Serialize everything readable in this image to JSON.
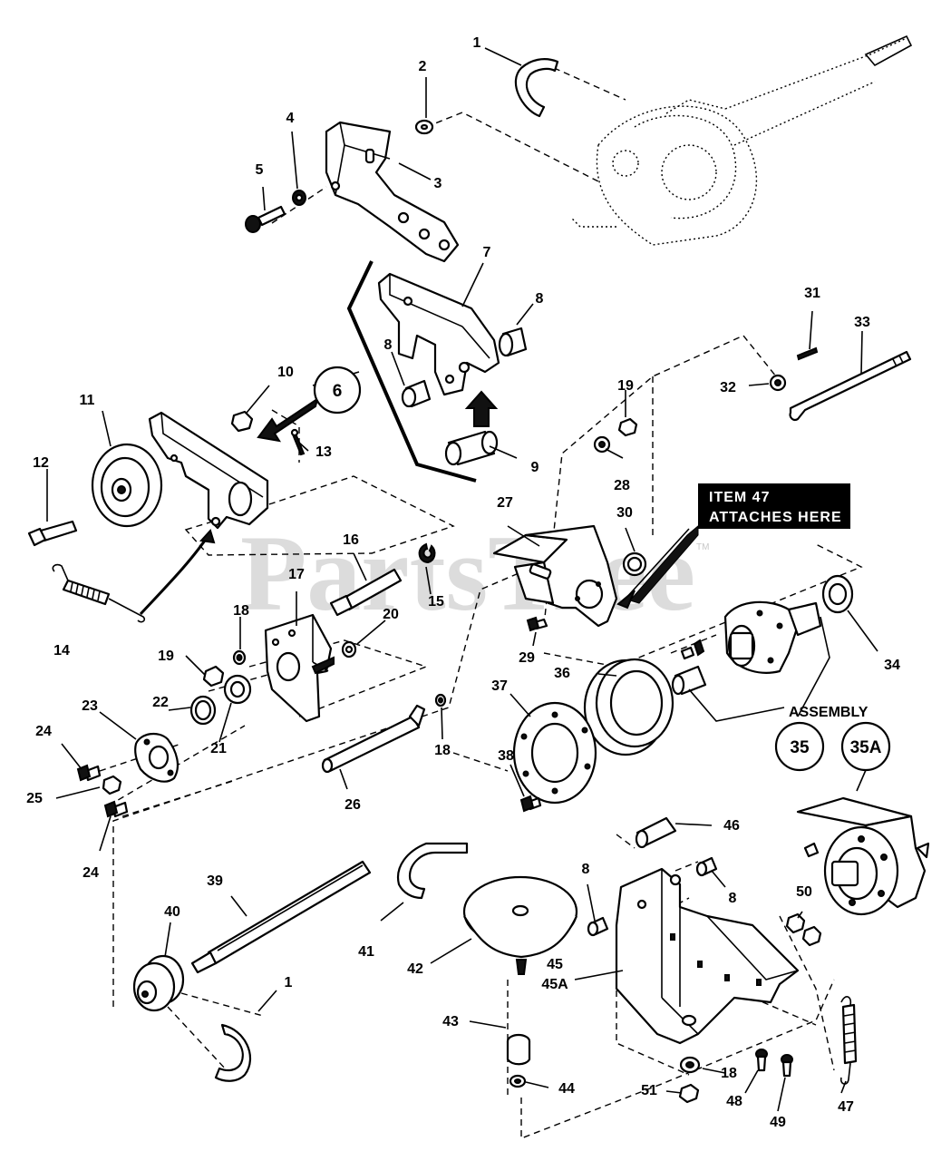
{
  "watermark": {
    "text": "PartsTree",
    "trademark": "TM"
  },
  "callout_note": {
    "line1": "ITEM 47",
    "line2": "ATTACHES HERE"
  },
  "assembly_label": "ASSEMBLY",
  "bubbles": {
    "b6": "6",
    "b35": "35",
    "b35a": "35A"
  },
  "labels": {
    "l1a": "1",
    "l1b": "1",
    "l2": "2",
    "l3": "3",
    "l4": "4",
    "l5": "5",
    "l7": "7",
    "l8a": "8",
    "l8b": "8",
    "l8c": "8",
    "l8d": "8",
    "l9": "9",
    "l10": "10",
    "l11": "11",
    "l12": "12",
    "l13": "13",
    "l14": "14",
    "l15": "15",
    "l16": "16",
    "l17": "17",
    "l18a": "18",
    "l18b": "18",
    "l18c": "18",
    "l19a": "19",
    "l19b": "19",
    "l20": "20",
    "l21": "21",
    "l22": "22",
    "l23": "23",
    "l24a": "24",
    "l24b": "24",
    "l25": "25",
    "l26": "26",
    "l27": "27",
    "l28": "28",
    "l29": "29",
    "l30": "30",
    "l31": "31",
    "l32": "32",
    "l33": "33",
    "l34": "34",
    "l36": "36",
    "l37": "37",
    "l38": "38",
    "l39": "39",
    "l40": "40",
    "l41": "41",
    "l42": "42",
    "l43": "43",
    "l44": "44",
    "l45": "45",
    "l45a": "45A",
    "l46": "46",
    "l47": "47",
    "l48": "48",
    "l49": "49",
    "l50": "50",
    "l51": "51"
  }
}
